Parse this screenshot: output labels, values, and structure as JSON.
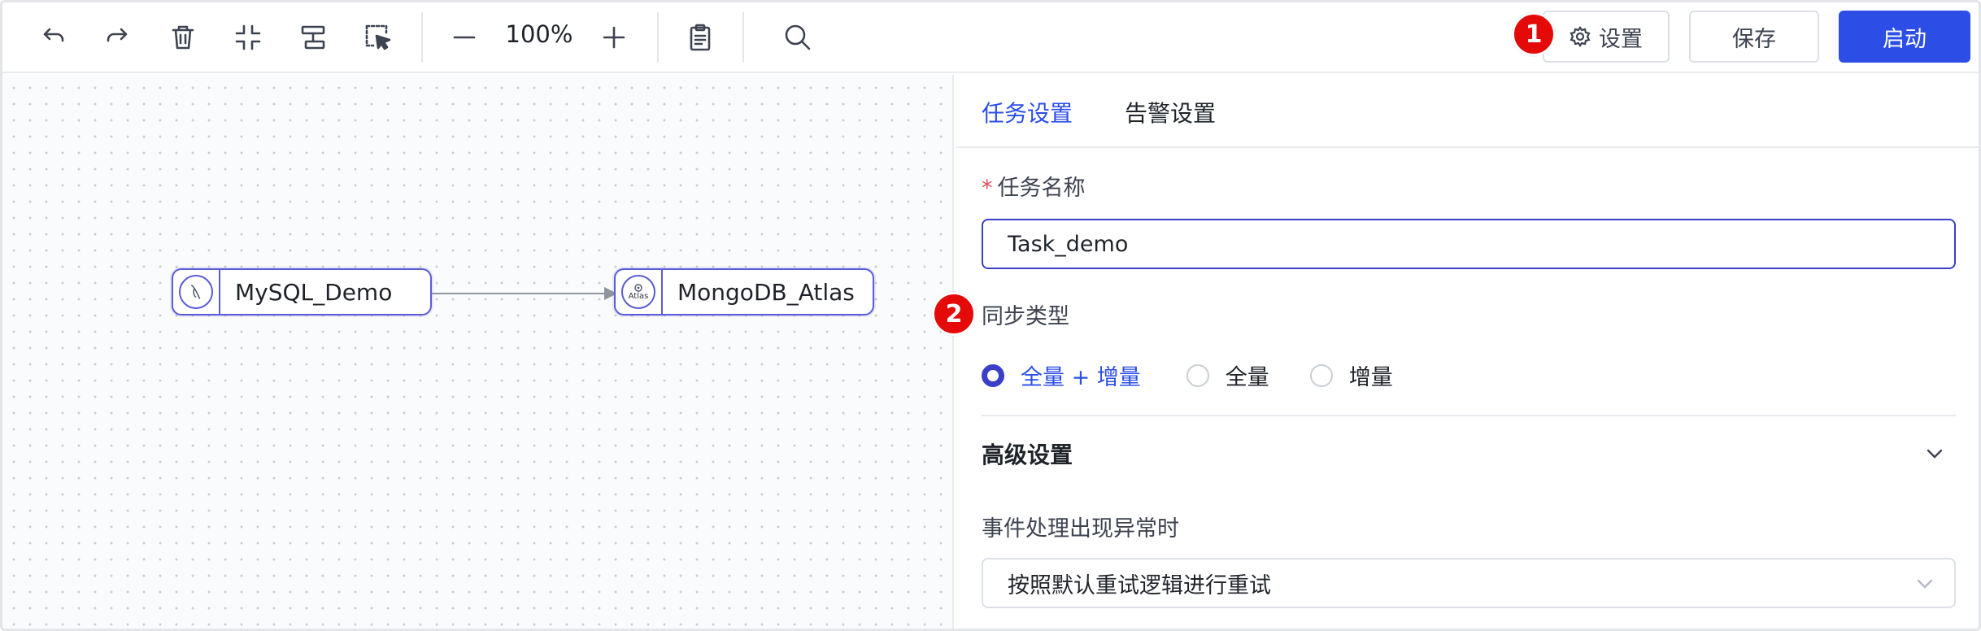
{
  "toolbar": {
    "zoom_level": "100%",
    "settings_label": "设置",
    "save_label": "保存",
    "start_label": "启动",
    "icons": [
      "undo-icon",
      "redo-icon",
      "delete-icon",
      "collapse-icon",
      "align-icon",
      "select-icon",
      "zoom-out-icon",
      "zoom-in-icon",
      "clipboard-icon",
      "search-icon"
    ]
  },
  "markers": {
    "one": "1",
    "two": "2"
  },
  "canvas": {
    "source_node": {
      "label": "MySQL_Demo",
      "icon": "mysql-icon"
    },
    "target_node": {
      "label": "MongoDB_Atlas",
      "icon": "atlas-icon",
      "icon_text": "Atlas"
    }
  },
  "panel": {
    "tabs": [
      {
        "label": "任务设置",
        "active": true
      },
      {
        "label": "告警设置",
        "active": false
      }
    ],
    "task_name_label": "任务名称",
    "required_mark": "*",
    "task_name_value": "Task_demo",
    "sync_type_label": "同步类型",
    "sync_options": [
      {
        "label": "全量 + 增量",
        "checked": true
      },
      {
        "label": "全量",
        "checked": false
      },
      {
        "label": "增量",
        "checked": false
      }
    ],
    "advanced_title": "高级设置",
    "event_error_label": "事件处理出现异常时",
    "event_error_value": "按照默认重试逻辑进行重试"
  },
  "colors": {
    "accent": "#2c4ee6",
    "node_border": "#5b5bd6",
    "marker": "#e40a0a"
  }
}
